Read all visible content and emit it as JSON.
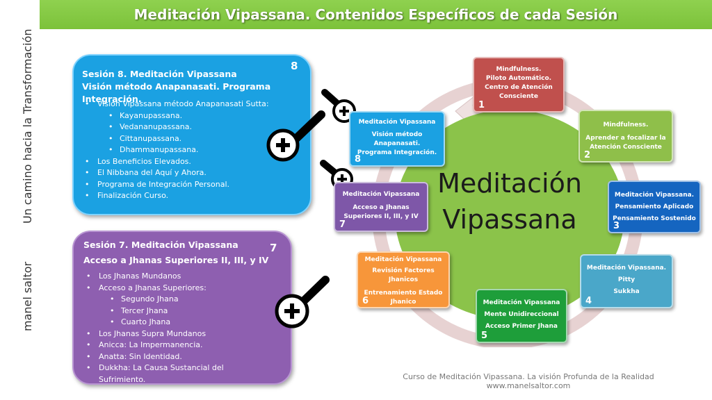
{
  "title": "Meditación Vipassana.  Contenidos Específicos de cada Sesión",
  "side_text_top": "Un camino hacia la Transformación",
  "side_text_bottom": "manel saltor",
  "panel8": {
    "number": "8",
    "title_line1": "Sesión 8. Meditación Vipassana",
    "title_line2": "Visión método Anapanasati. Programa Integración.",
    "items": [
      {
        "text": "Visión Vipassana método Anapanasati Sutta:",
        "level": 1
      },
      {
        "text": "Kayanupassana.",
        "level": 2
      },
      {
        "text": "Vedananupassana.",
        "level": 2
      },
      {
        "text": "Cittanupassana.",
        "level": 2
      },
      {
        "text": "Dhammanupassana.",
        "level": 2
      },
      {
        "text": "Los Beneficios Elevados.",
        "level": 1
      },
      {
        "text": "El Nibbana del Aquí y Ahora.",
        "level": 1
      },
      {
        "text": "Programa de Integración Personal.",
        "level": 1
      },
      {
        "text": "Finalización Curso.",
        "level": 1
      }
    ]
  },
  "panel7": {
    "number": "7",
    "title_line1": "Sesión 7. Meditación Vipassana",
    "title_line2": "Acceso a Jhanas Superiores II, III, y IV",
    "items": [
      {
        "text": "Los Jhanas Mundanos",
        "level": 1
      },
      {
        "text": "Acceso a Jhanas Superiores:",
        "level": 1
      },
      {
        "text": "Segundo Jhana",
        "level": 2
      },
      {
        "text": "Tercer Jhana",
        "level": 2
      },
      {
        "text": "Cuarto Jhana",
        "level": 2
      },
      {
        "text": "Los Jhanas Supra Mundanos",
        "level": 1
      },
      {
        "text": "Anicca: La Impermanencia.",
        "level": 1
      },
      {
        "text": "Anatta: Sin Identidad.",
        "level": 1
      },
      {
        "text": "Dukkha: La Causa Sustancial del Sufrimiento.",
        "level": 1
      }
    ]
  },
  "center_text_line1": "Meditación",
  "center_text_line2": "Vipassana",
  "cycle": [
    {
      "number": "1",
      "lines": [
        "Mindfulness.",
        "Piloto Automático.",
        "Centro de Atención",
        "Consciente"
      ],
      "color": "#c0504d"
    },
    {
      "number": "2",
      "lines": [
        "Mindfulness.",
        "",
        "Aprender a focalizar la",
        "Atención Consciente"
      ],
      "color": "#8fbf4a"
    },
    {
      "number": "3",
      "lines": [
        "Meditación Vipassana.",
        "Pensamiento Aplicado",
        "Pensamiento Sostenido"
      ],
      "color": "#1565c0"
    },
    {
      "number": "4",
      "lines": [
        "Meditación Vipassana.",
        "Pitty",
        "Sukkha"
      ],
      "color": "#4aa7c9"
    },
    {
      "number": "5",
      "lines": [
        "Meditación Vipassana",
        "Mente Unidireccional",
        "Acceso Primer Jhana"
      ],
      "color": "#1e9e3a"
    },
    {
      "number": "6",
      "lines": [
        "Meditación Vipassana",
        "Revisión Factores",
        "Jhanicos",
        "",
        "Entrenamiento Estado",
        "Jhanico"
      ],
      "color": "#f7963a"
    },
    {
      "number": "7",
      "lines": [
        "Meditación Vipassana",
        "",
        "Acceso a Jhanas",
        "Superiores II, III, y IV"
      ],
      "color": "#7e57a8"
    },
    {
      "number": "8",
      "lines": [
        "Meditación Vipassana",
        "",
        "Visión método",
        "Anapanasati.",
        "Programa Integración."
      ],
      "color": "#1ba1e2"
    }
  ],
  "footer_line1": "Curso de Meditación Vipassana. La visión Profunda de la Realidad",
  "footer_line2": "www.manelsaltor.com"
}
